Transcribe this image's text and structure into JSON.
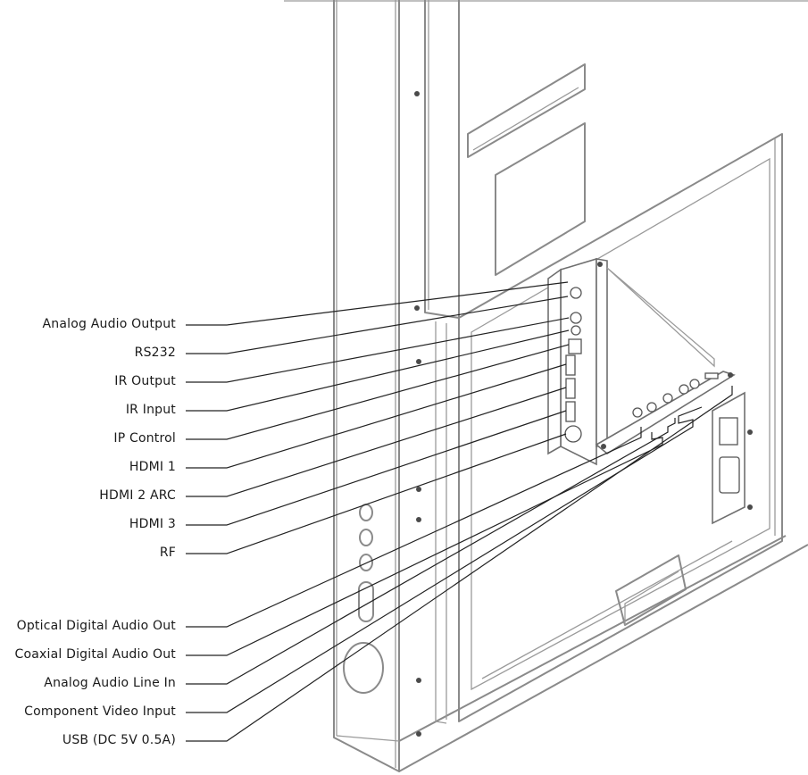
{
  "labels": {
    "analog_audio_output": "Analog Audio Output",
    "rs232": "RS232",
    "ir_output": "IR Output",
    "ir_input": "IR Input",
    "ip_control": "IP Control",
    "hdmi1": "HDMI 1",
    "hdmi2_arc": "HDMI 2 ARC",
    "hdmi3": "HDMI 3",
    "rf": "RF",
    "optical_digital_audio_out": "Optical Digital Audio Out",
    "coaxial_digital_audio_out": "Coaxial Digital Audio Out",
    "analog_audio_line_in": "Analog Audio Line In",
    "component_video_input": "Component Video Input",
    "usb": "USB (DC 5V 0.5A)"
  },
  "colors": {
    "line_art": "#8a8a8a",
    "leader_lines": "#222222",
    "text": "#1a1a1a",
    "background": "#ffffff"
  }
}
